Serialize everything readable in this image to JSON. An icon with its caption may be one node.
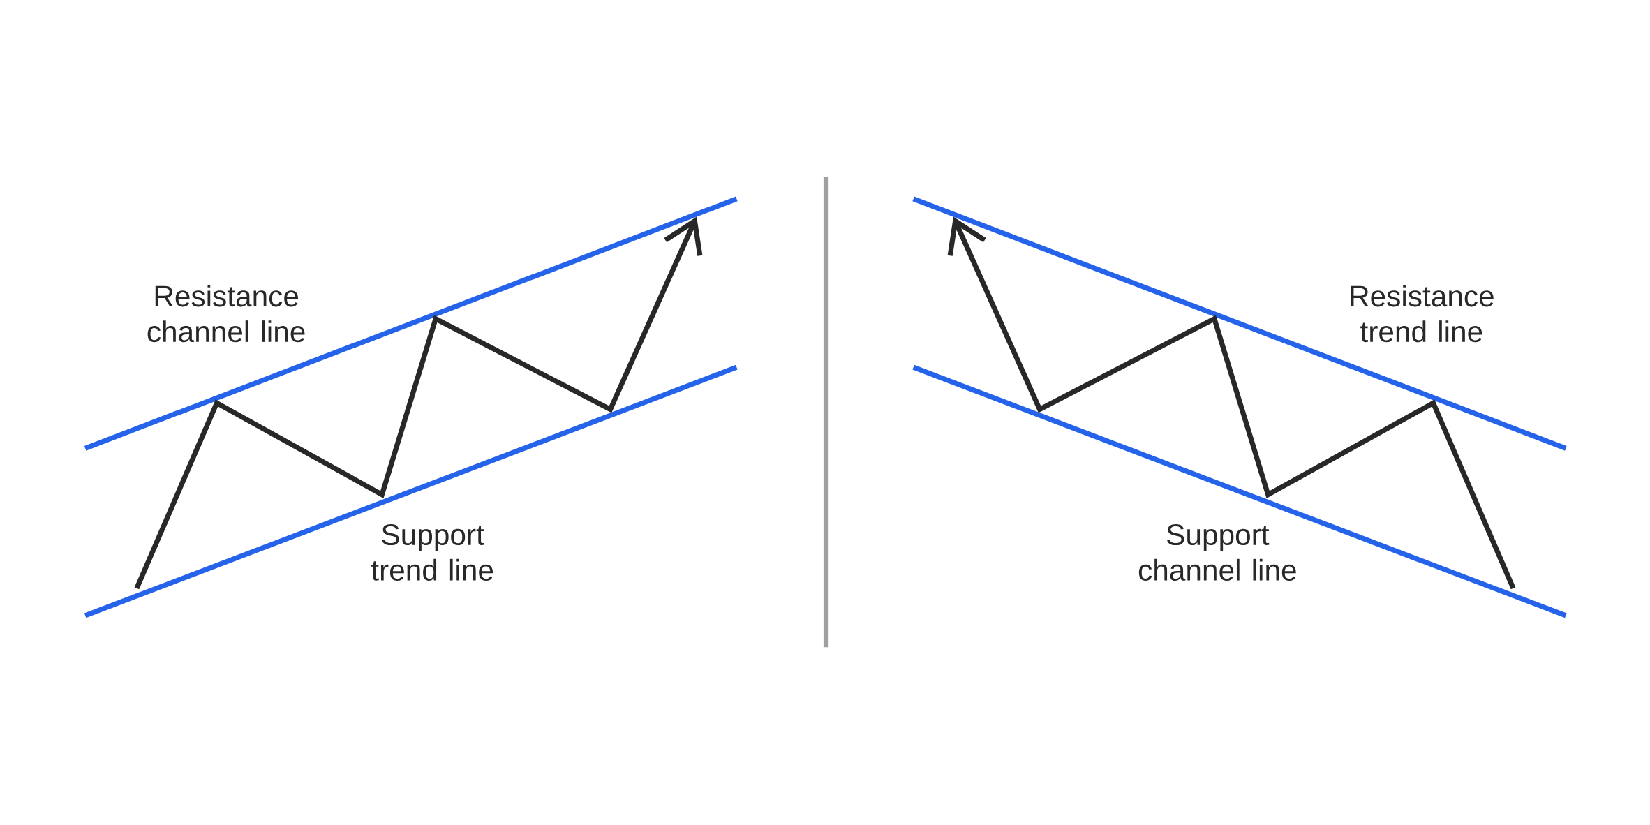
{
  "diagram": {
    "labels": [
      "Resistance channel line",
      "Support trend line",
      "Resistance trend line",
      "Support channel line"
    ]
  }
}
